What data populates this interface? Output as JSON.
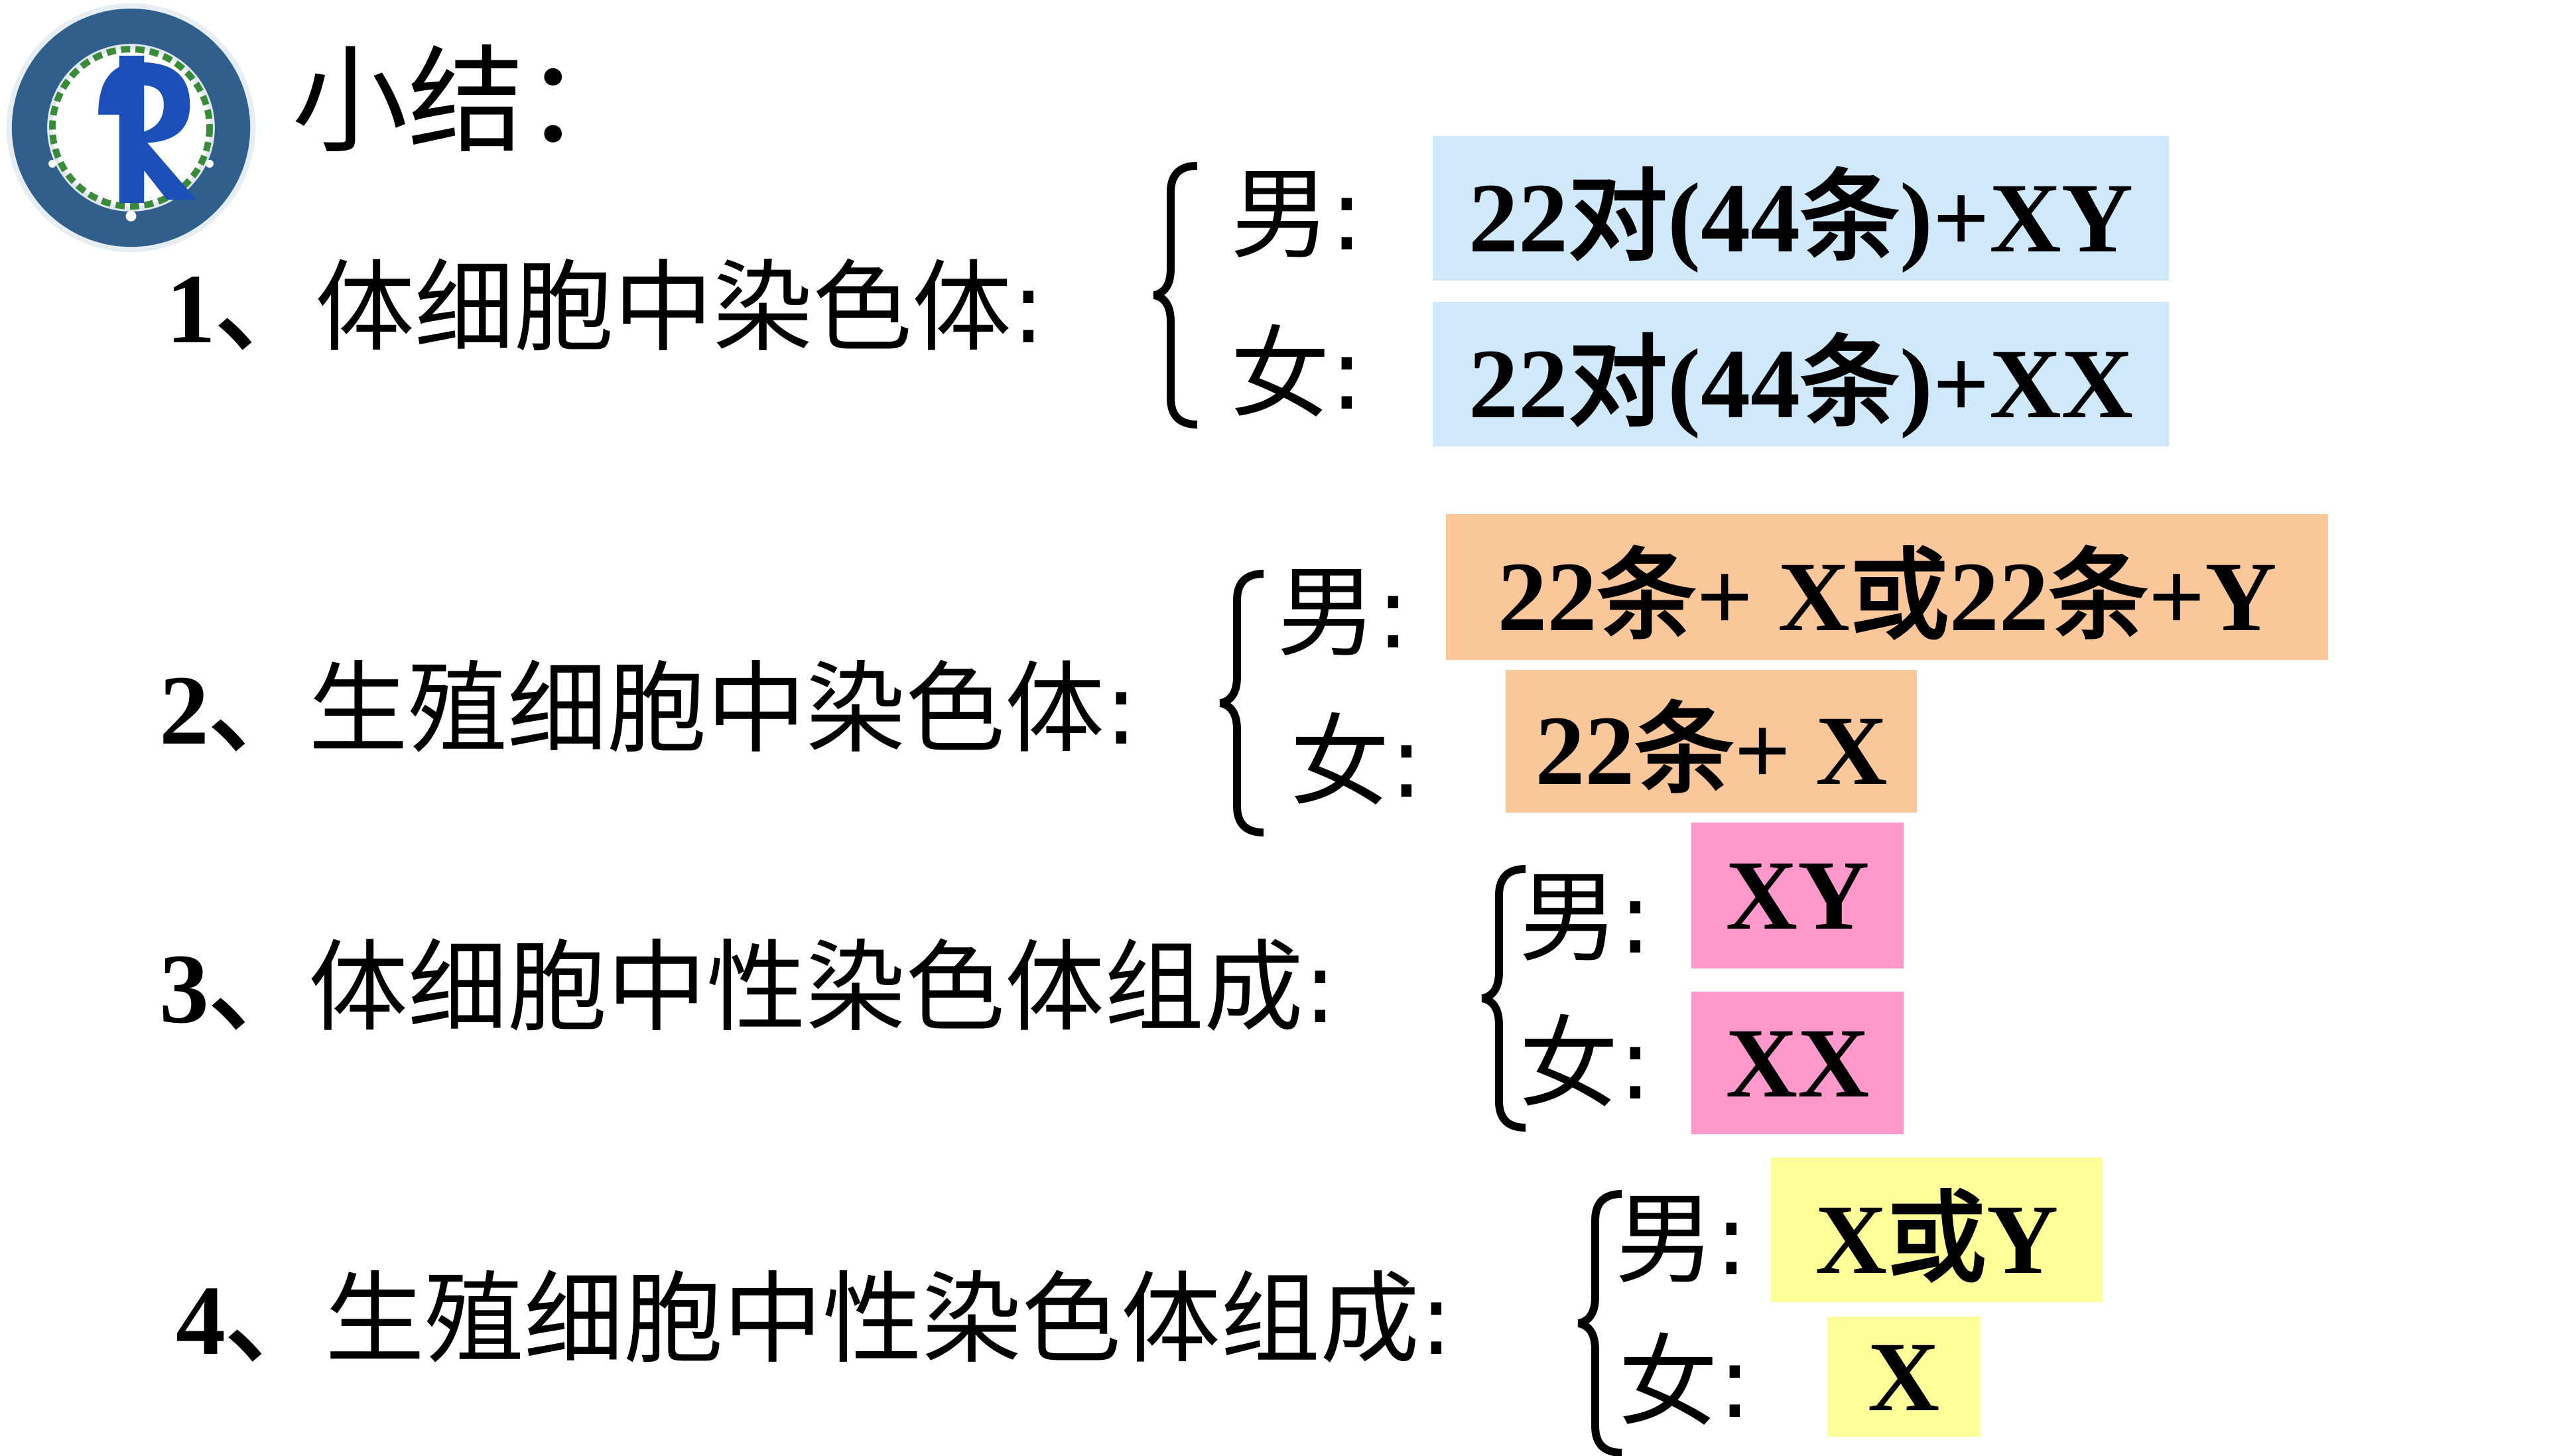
{
  "title": "小结：",
  "items": [
    {
      "number": "1、",
      "label": "体细胞中染色体:",
      "male_label": "男:",
      "female_label": "女:",
      "male_value": "22对(44条)+XY",
      "female_value": "22对(44条)+XX"
    },
    {
      "number": "2、",
      "label": "生殖细胞中染色体:",
      "male_label": "男:",
      "female_label": "女:",
      "male_value": "22条+ X或22条+Y",
      "female_value": "22条+ X"
    },
    {
      "number": "3、",
      "label": "体细胞中性染色体组成:",
      "male_label": "男:",
      "female_label": "女:",
      "male_value": "XY",
      "female_value": "XX"
    },
    {
      "number": "4、",
      "label": "生殖细胞中性染色体组成:",
      "male_label": "男:",
      "female_label": "女:",
      "male_value": "X或Y",
      "female_value": "X"
    }
  ],
  "logo": {
    "icon": "school-emblem-icon"
  },
  "colors": {
    "blue": "#cfe8fa",
    "orange": "#f9c79a",
    "pink": "#ff99cc",
    "yellow": "#ffff99",
    "logo_ring": "#2f5f8a",
    "logo_letter": "#1d4fb8"
  }
}
